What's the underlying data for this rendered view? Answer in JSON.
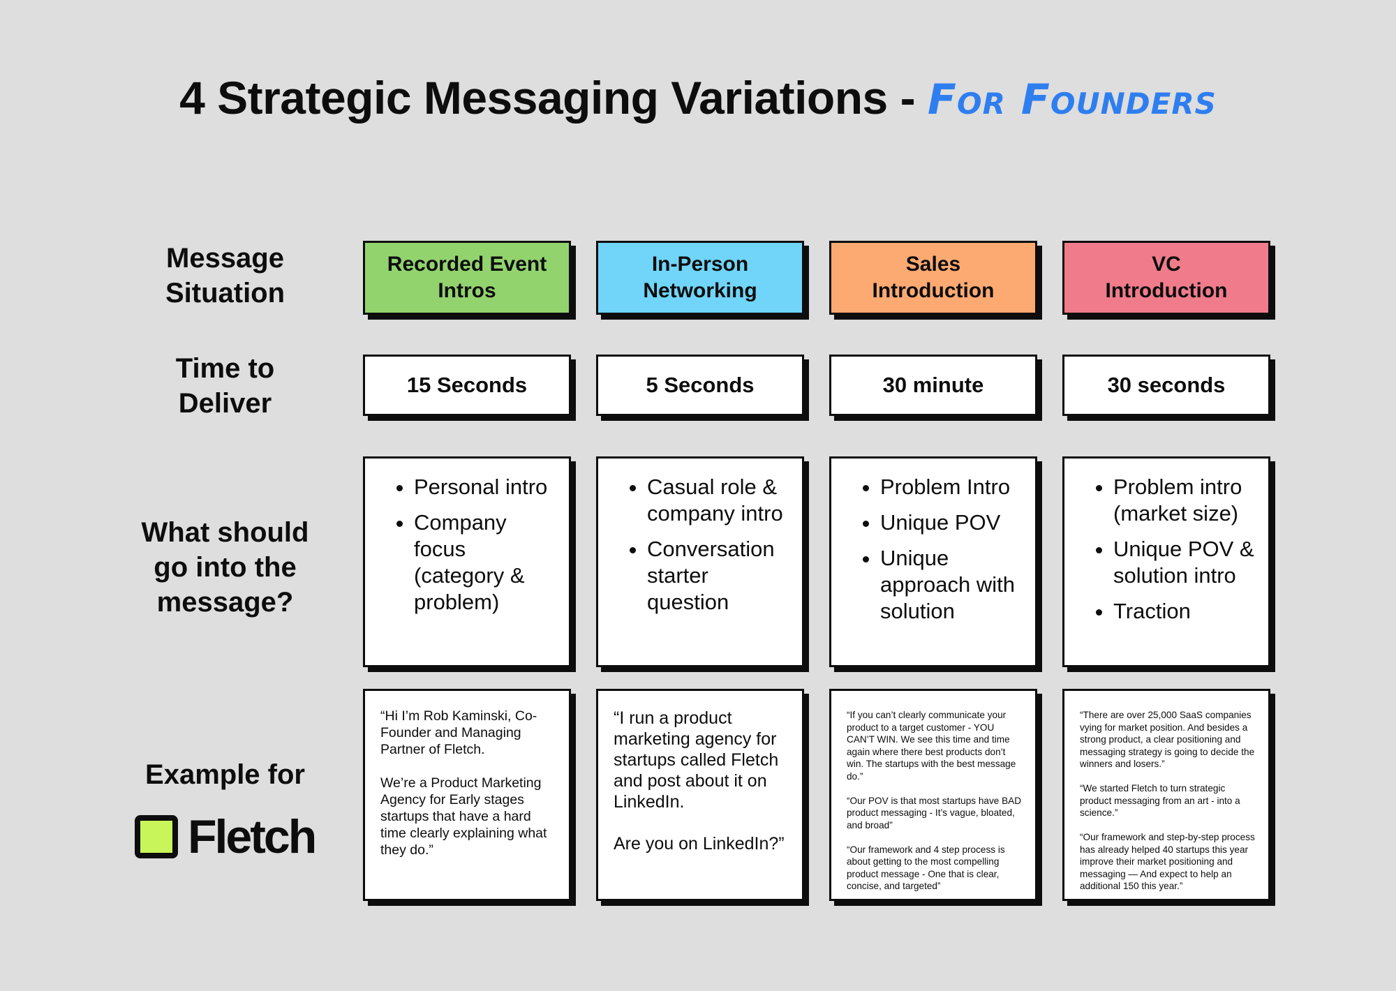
{
  "title": {
    "main": "4 Strategic Messaging Variations - ",
    "sub": "For Founders",
    "accent_color": "#2f7ef0"
  },
  "row_labels": {
    "situation": "Message\nSituation",
    "time": "Time to\nDeliver",
    "content": "What should\ngo into the\nmessage?",
    "example": "Example for"
  },
  "brand": {
    "name": "Fletch",
    "logo_color": "#c8f559"
  },
  "columns": [
    {
      "situation": "Recorded Event\nIntros",
      "color": "#92d36e",
      "time": "15 Seconds",
      "bullets": [
        "Personal intro",
        "Company focus (category & problem)"
      ],
      "example": "“Hi I’m Rob Kaminski, Co-Founder and Managing Partner of Fletch.\n\nWe’re a Product Marketing Agency for Early stages startups that have a hard time clearly explaining what they do.”"
    },
    {
      "situation": "In-Person\nNetworking",
      "color": "#70d5f8",
      "time": "5 Seconds",
      "bullets": [
        "Casual role & company intro",
        "Conversation starter question"
      ],
      "example": "“I run a product marketing agency for startups called Fletch and post about it on LinkedIn.\n\nAre you on LinkedIn?”"
    },
    {
      "situation": "Sales\nIntroduction",
      "color": "#fdaa72",
      "time": "30 minute",
      "bullets": [
        "Problem Intro",
        "Unique POV",
        "Unique approach with solution"
      ],
      "example": "“If you can’t clearly communicate your product to a target customer - YOU CAN’T WIN. We see this time and time again where there best products don’t win. The startups with the best message do.”\n\n“Our POV is that most startups have BAD product messaging - It’s vague, bloated, and broad”\n\n“Our framework and 4 step process is about getting to the most compelling product message - One that is clear, concise, and targeted”"
    },
    {
      "situation": "VC\nIntroduction",
      "color": "#f07c8b",
      "time": "30 seconds",
      "bullets": [
        "Problem intro (market size)",
        "Unique POV & solution intro",
        "Traction"
      ],
      "example": "“There are over 25,000 SaaS companies vying for market position. And besides a strong product, a clear positioning and messaging strategy is going to decide the winners and losers.”\n\n“We started Fletch to turn strategic product messaging from an art - into a science.”\n\n“Our framework and step-by-step process has already helped 40 startups this year improve their market positioning and messaging — And expect to help an additional 150 this year.”"
    }
  ]
}
